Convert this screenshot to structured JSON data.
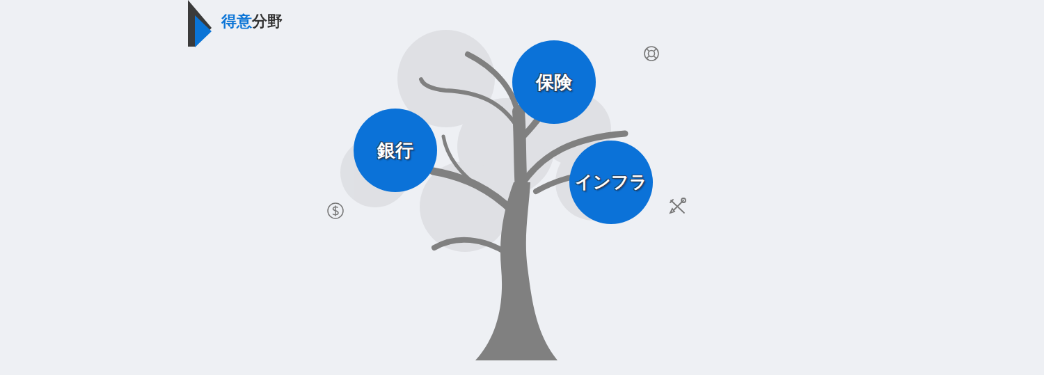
{
  "diagram": {
    "title": "得意分野",
    "nodes": [
      {
        "text": [
          "銀行"
        ]
      },
      {
        "text": [
          "保険"
        ]
      },
      {
        "text": [
          "インフラ"
        ]
      }
    ]
  }
}
